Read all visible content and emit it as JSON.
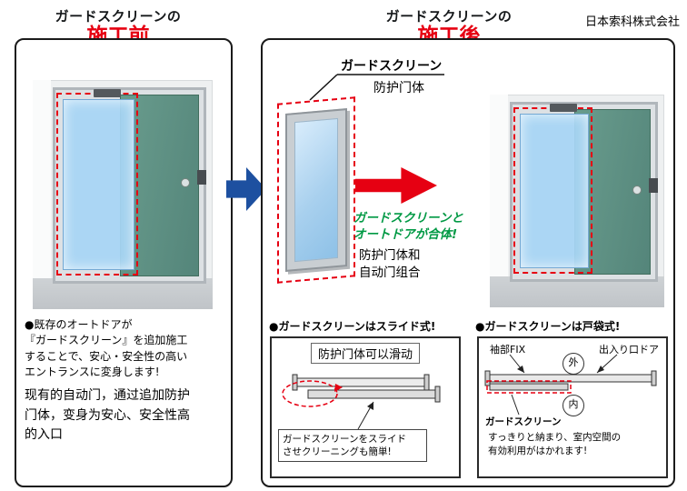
{
  "colors": {
    "accent_red": "#e60012",
    "accent_blue": "#1d50a0",
    "accent_green": "#009944",
    "door_green": "#5d9282",
    "screen_blue": "#a7d5f5"
  },
  "header": {
    "company": "日本索科株式会社",
    "before": {
      "kicker": "ガードスクリーンの",
      "title": "施工前"
    },
    "after": {
      "kicker": "ガードスクリーンの",
      "title": "施工後"
    }
  },
  "before_panel": {
    "bullet_jp": "●既存のオートドアが\n『ガードスクリーン』を追加施工\nすることで、安心・安全性の高い\nエントランスに変身します!",
    "text_cn": "现有的自动门，通过追加防护\n门体，变身为安心、安全性高\n的入口"
  },
  "after_panel": {
    "screen_label_jp": "ガードスクリーン",
    "screen_label_cn": "防护门体",
    "combine_jp": "ガードスクリーンと\nオートドアが合体!",
    "combine_cn": "防护门体和\n自动门组合"
  },
  "slide_section": {
    "heading": "●ガードスクリーンはスライド式!",
    "box_title": "防护门体可以滑动",
    "note": "ガードスクリーンをスライド\nさせクリーニングも簡単!"
  },
  "pocket_section": {
    "heading": "●ガードスクリーンは戸袋式!",
    "label_fix": "袖部FIX",
    "label_door": "出入り口ドア",
    "label_out": "外",
    "label_in": "内",
    "label_screen": "ガードスクリーン",
    "note": "すっきりと納まり、室内空間の\n有効利用がはかれます!"
  }
}
